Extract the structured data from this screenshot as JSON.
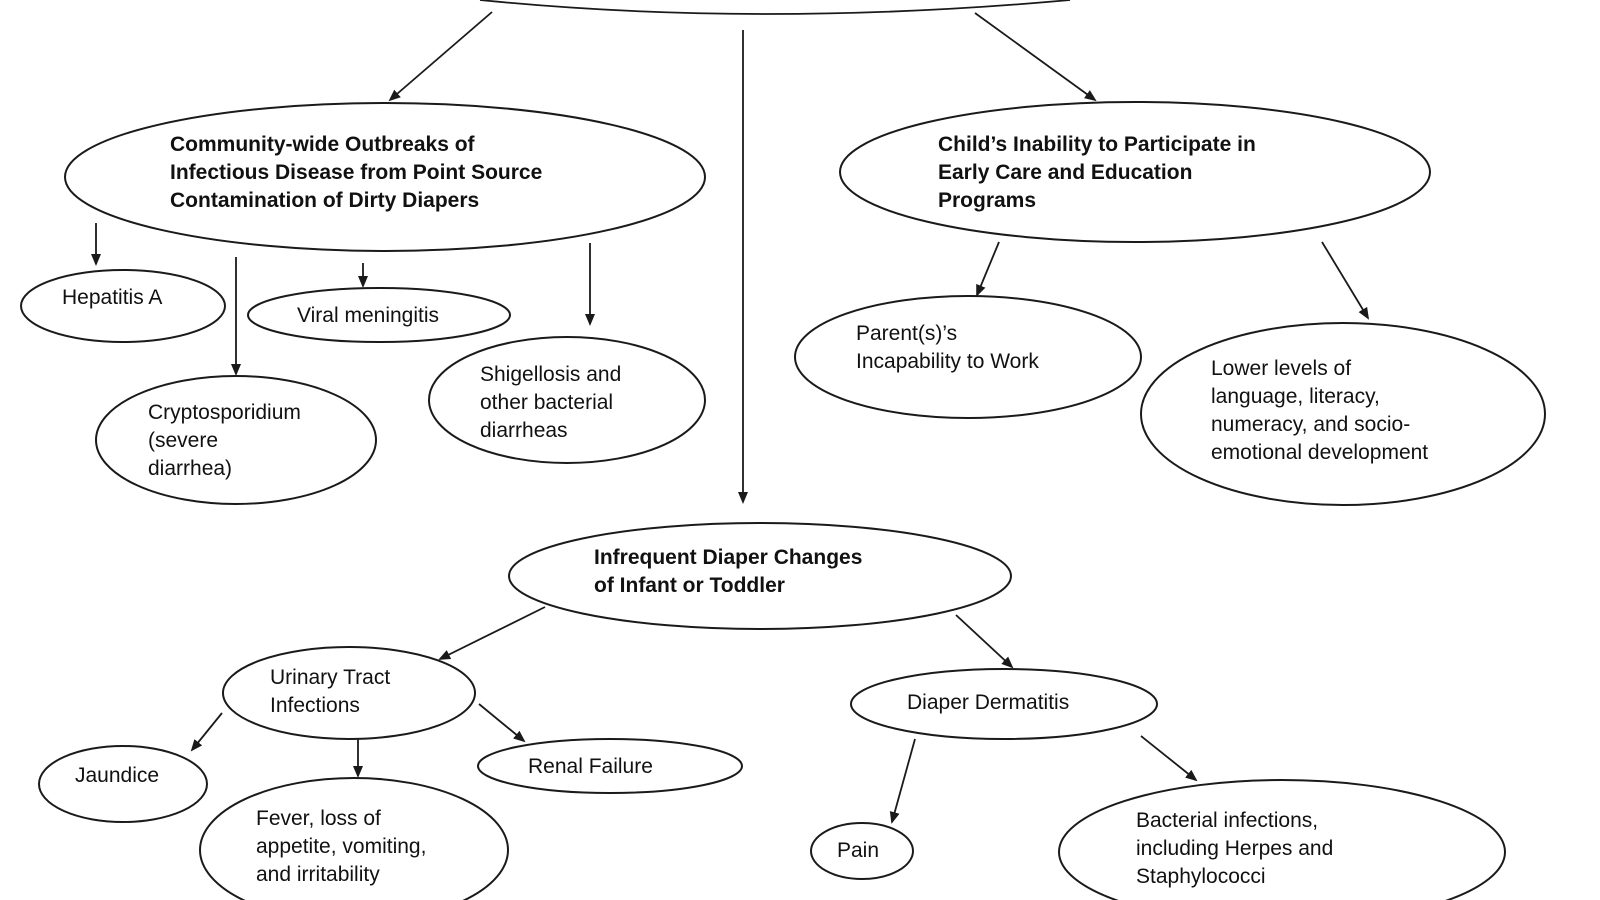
{
  "nodes": {
    "community_outbreaks": "Community-wide Outbreaks of\nInfectious Disease from Point Source\nContamination of Dirty Diapers",
    "child_inability": "Child’s Inability to Participate in\nEarly Care and Education\nPrograms",
    "hepatitis_a": "Hepatitis A",
    "viral_meningitis": "Viral meningitis",
    "cryptosporidium": "Cryptosporidium\n(severe\ndiarrhea)",
    "shigellosis": "Shigellosis and\nother bacterial\ndiarrheas",
    "parents_work": "Parent(s)’s\nIncapability to Work",
    "lower_levels": "Lower levels of\nlanguage, literacy,\nnumeracy, and socio-\nemotional development",
    "infrequent_changes": "Infrequent Diaper Changes\nof Infant or Toddler",
    "uti": "Urinary Tract\nInfections",
    "diaper_dermatitis": "Diaper Dermatitis",
    "jaundice": "Jaundice",
    "renal_failure": "Renal Failure",
    "fever": "Fever, loss of\nappetite, vomiting,\nand irritability",
    "pain": "Pain",
    "bacterial_infections": "Bacterial infections,\nincluding Herpes and\nStaphylococci"
  },
  "colors": {
    "line": "#1a1a1a",
    "text": "#111111",
    "background": "#ffffff"
  }
}
